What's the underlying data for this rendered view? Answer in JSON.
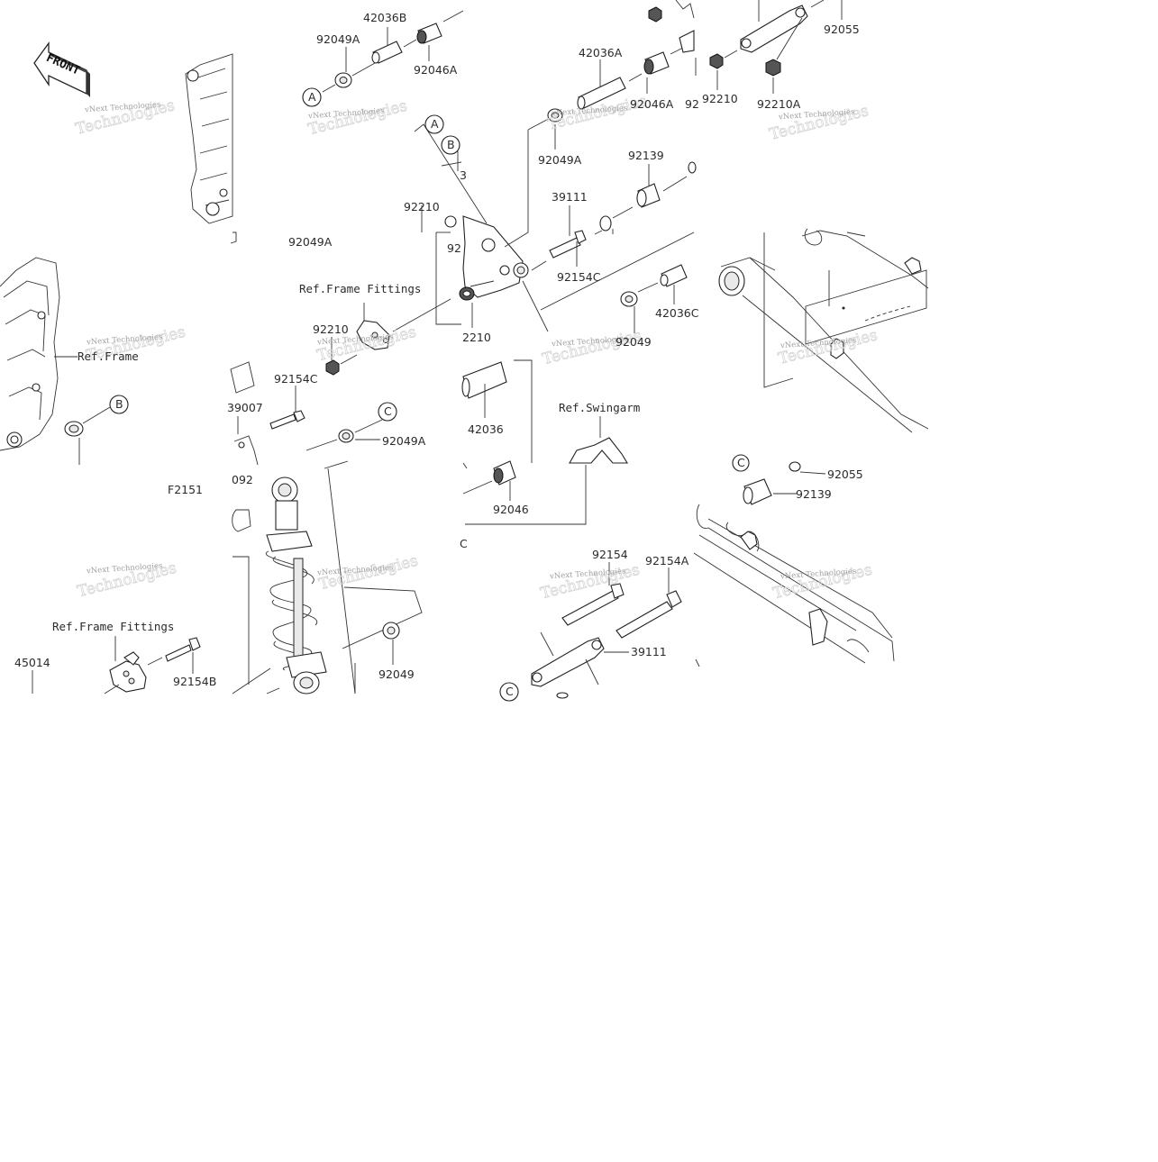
{
  "labels": {
    "p42036B": "42036B",
    "p92049A_1": "92049A",
    "p92046A_1": "92046A",
    "p92049A_2": "92049A",
    "p92210_1": "92210",
    "p42036A": "42036A",
    "p92046A_2": "92046A",
    "p92049A_3": "92049A",
    "p92139_1": "92139",
    "p39111_1": "39111",
    "p92154C_1": "92154C",
    "p92210_2": "92210",
    "p92210A": "92210A",
    "p92055_1": "92055",
    "p92210_3": "92210",
    "p2210": "2210",
    "p92154C_2": "92154C",
    "p39007": "39007",
    "p92049A_4": "92049A",
    "p42036C": "42036C",
    "p92049_1": "92049",
    "p42036": "42036",
    "p92046": "92046",
    "p92092": "092",
    "p92055_2": "92055",
    "p92139_2": "92139",
    "p92154": "92154",
    "p92154A": "92154A",
    "p39111_2": "39111",
    "p92049_2": "92049",
    "p45014": "45014",
    "p92154B": "92154B",
    "figure_code": "F2151",
    "cut_92": "92",
    "cut_3": "3",
    "cut_c": "C"
  },
  "refs": {
    "ref_frame": "Ref.Frame",
    "ref_frame_fittings_1": "Ref.Frame Fittings",
    "ref_frame_fittings_2": "Ref.Frame Fittings",
    "ref_swingarm": "Ref.Swingarm"
  },
  "callouts": {
    "a1": "A",
    "a2": "A",
    "b1": "B",
    "b2": "B",
    "c1": "C",
    "c2": "C",
    "c3": "C"
  },
  "front_sign": "FRONT",
  "watermark": "vNext Technologies"
}
